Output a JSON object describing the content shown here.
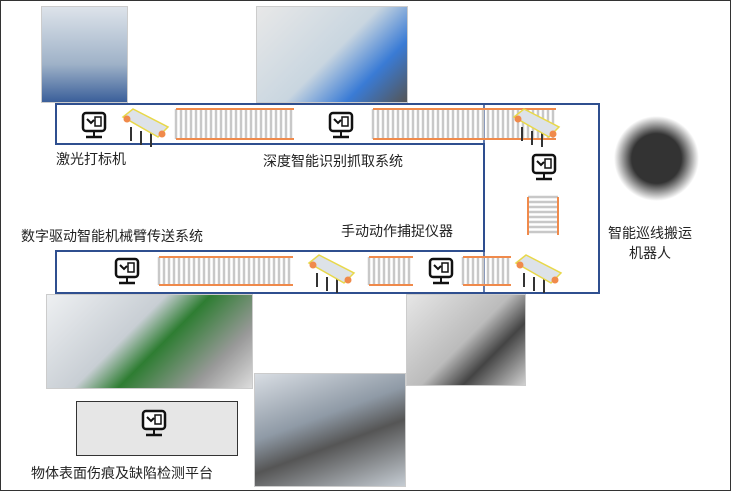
{
  "stations": {
    "laser": "激光打标机",
    "depth": "深度智能识别抓取系统",
    "digital_arm": "数字驱动智能机械臂传送系统",
    "motion_capture": "手动动作捕捉仪器",
    "patrol_robot_line1": "智能巡线搬运",
    "patrol_robot_line2": "机器人",
    "surface_inspection": "物体表面伤痕及缺陷检测平台"
  },
  "colors": {
    "outline": "#2f4f8f",
    "roller": "#f08a4b",
    "belt_edge": "#e8d84a"
  }
}
